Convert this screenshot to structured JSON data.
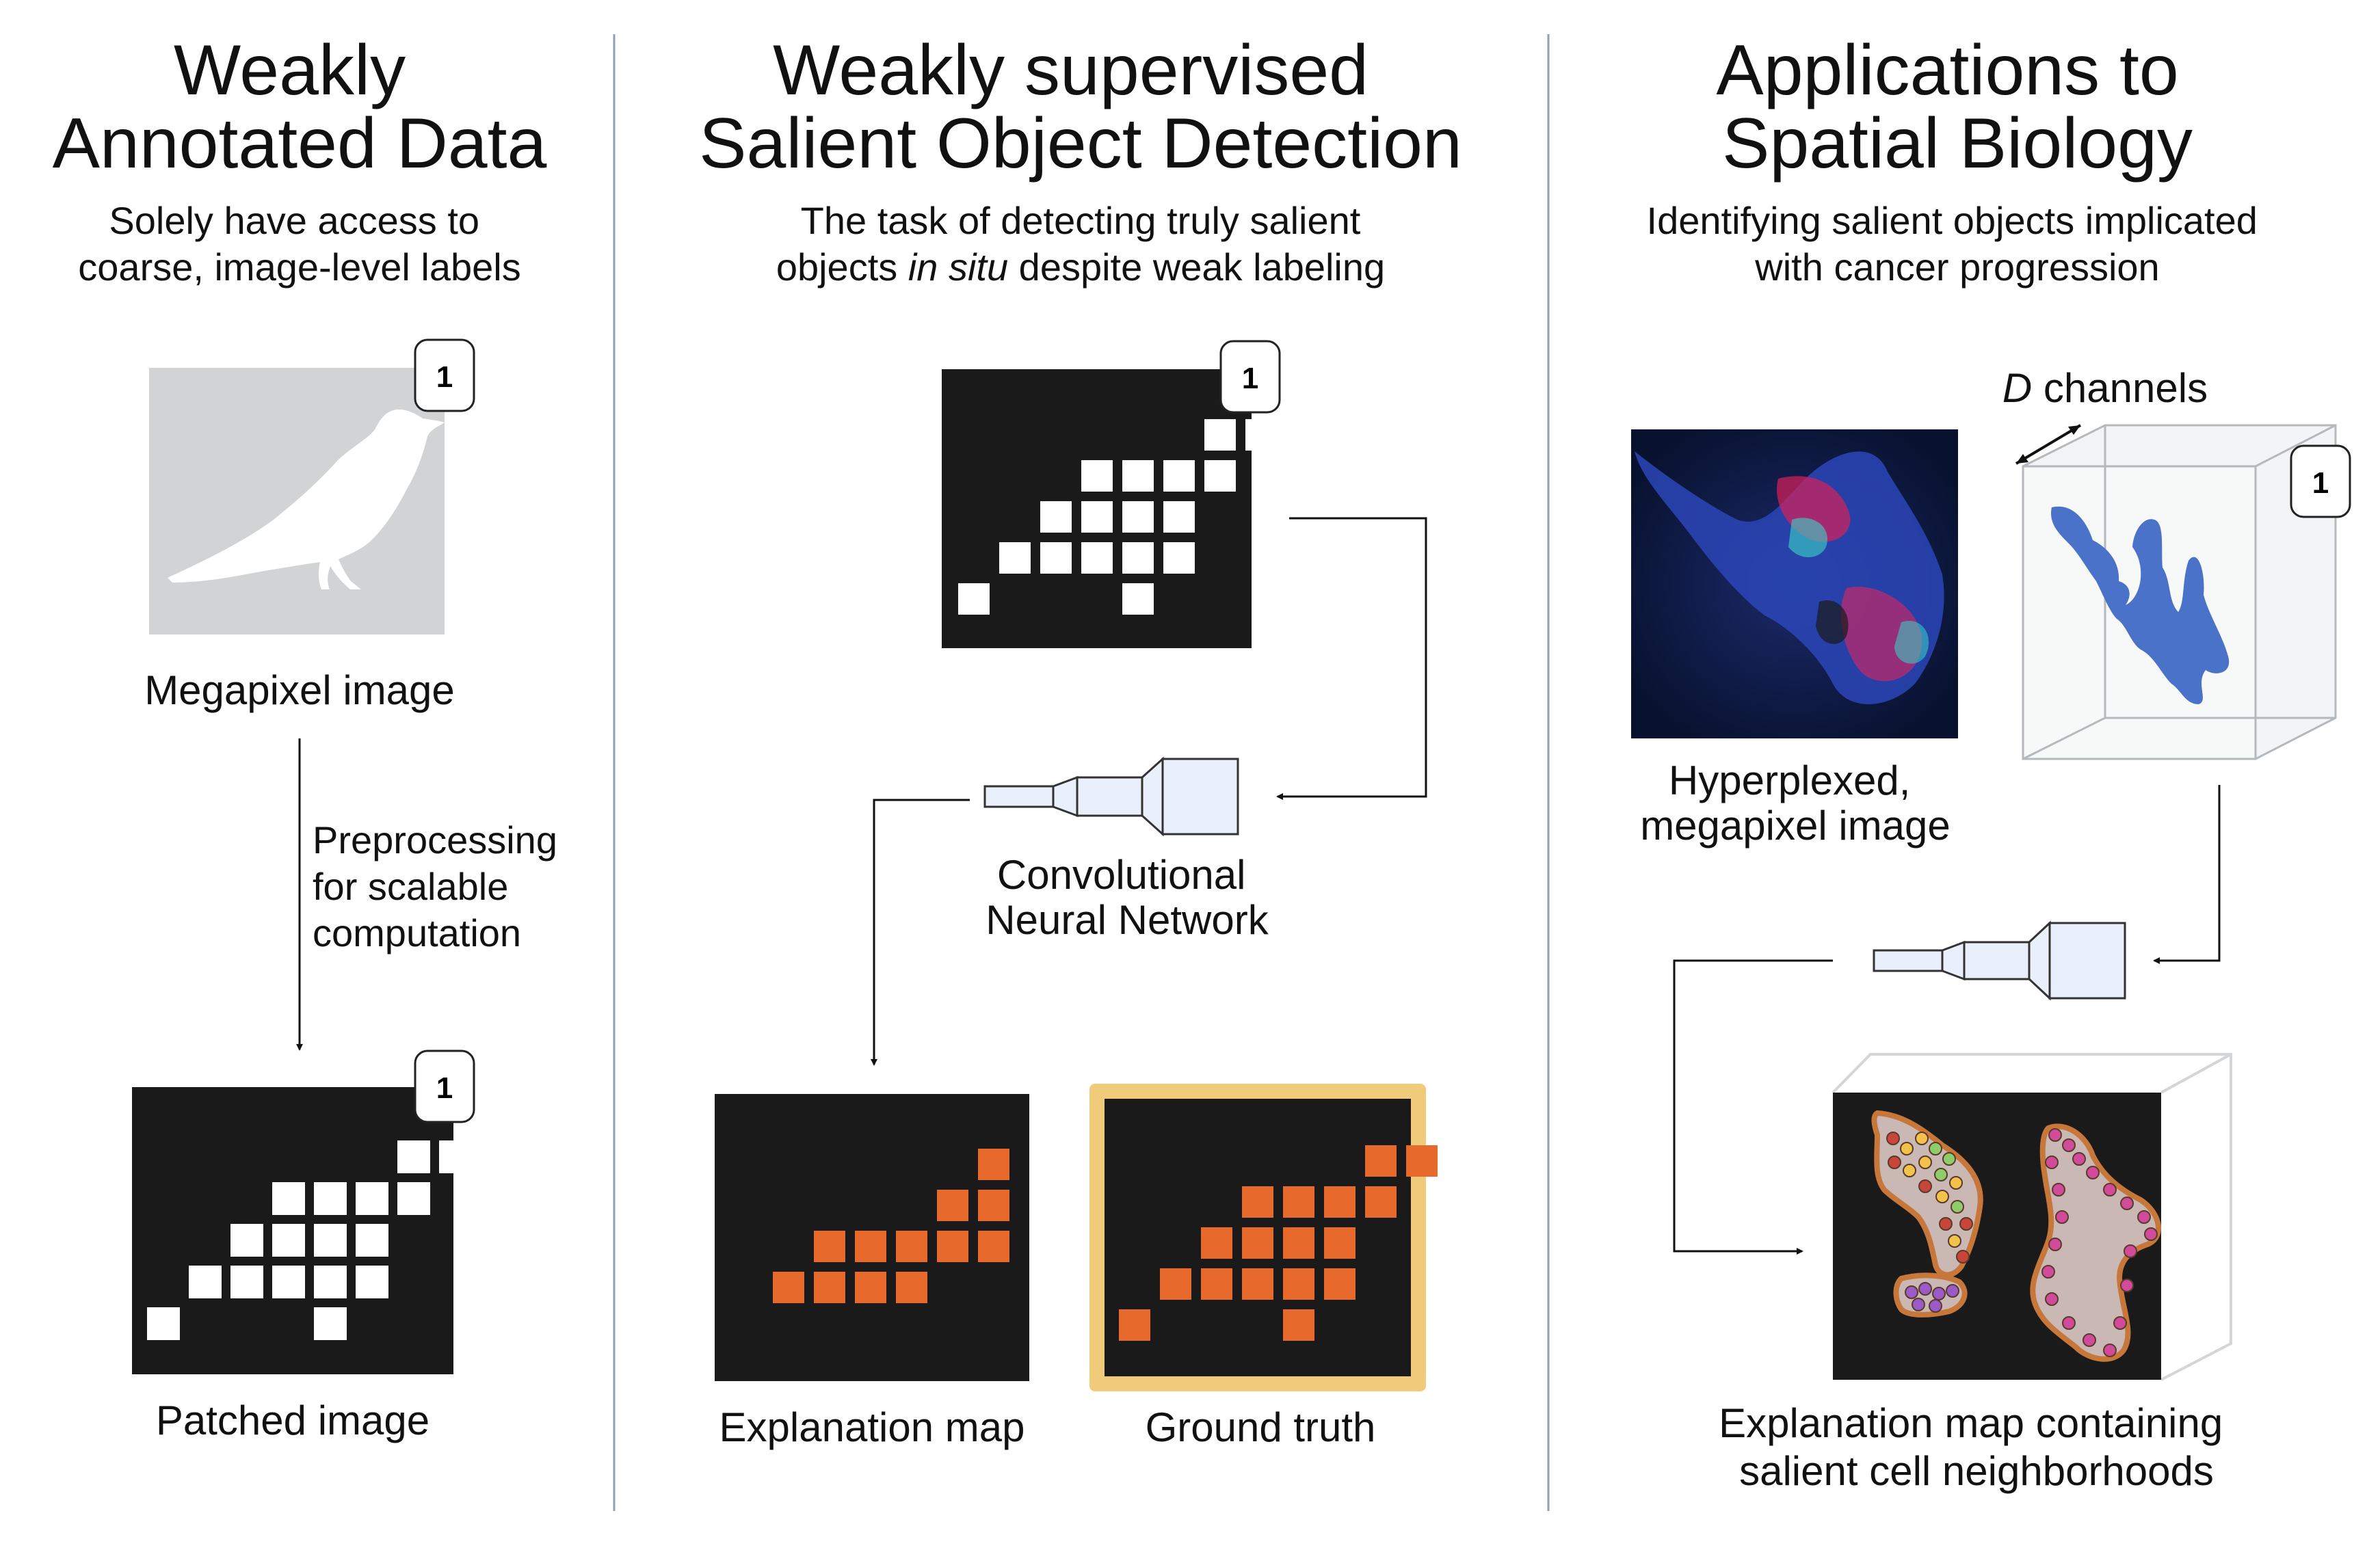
{
  "colors": {
    "background": "#ffffff",
    "divider": "#8fa2b4",
    "tile_dark": "#1a1a1a",
    "patch_white": "#ffffff",
    "patch_orange": "#e8692c",
    "ground_truth_frame": "#f0cc7a",
    "bird_background": "#d1d3d5",
    "cube_blob": "#4a72c8",
    "network_fill": "#eaf0fb",
    "neighborhood_fill": "#c9b8b4",
    "neighborhood_outline": "#c8773a"
  },
  "columns": [
    {
      "title_lines": [
        "Weakly",
        "Annotated Data"
      ],
      "subtitle_lines": [
        "Solely have access to",
        "coarse, image-level labels"
      ]
    },
    {
      "title_lines": [
        "Weakly supervised",
        "Salient Object Detection"
      ],
      "subtitle_line1": "The task of detecting truly salient",
      "subtitle_line2_pre": "objects ",
      "subtitle_line2_italic": "in situ",
      "subtitle_line2_post": " despite weak labeling"
    },
    {
      "title_lines": [
        "Applications to",
        "Spatial Biology"
      ],
      "subtitle_lines": [
        "Identifying salient objects implicated",
        "with cancer progression"
      ]
    }
  ],
  "badge_label": "1",
  "labels": {
    "megapixel_image": "Megapixel image",
    "preprocessing_lines": [
      "Preprocessing",
      "for scalable",
      "computation"
    ],
    "patched_image": "Patched image",
    "cnn_lines": [
      "Convolutional",
      "Neural Network"
    ],
    "explanation_map": "Explanation map",
    "ground_truth": "Ground truth",
    "channels_italic": "D",
    "channels_text": " channels",
    "hyperplexed_lines": [
      "Hyperplexed,",
      "megapixel image"
    ],
    "explanation_map_cells_lines": [
      "Explanation map containing",
      "salient cell neighborhoods"
    ]
  },
  "patch_grid": [
    [
      6,
      0
    ],
    [
      7,
      0
    ],
    [
      3,
      1
    ],
    [
      4,
      1
    ],
    [
      5,
      1
    ],
    [
      6,
      1
    ],
    [
      2,
      2
    ],
    [
      3,
      2
    ],
    [
      4,
      2
    ],
    [
      5,
      2
    ],
    [
      1,
      3
    ],
    [
      2,
      3
    ],
    [
      3,
      3
    ],
    [
      4,
      3
    ],
    [
      5,
      3
    ],
    [
      0,
      4
    ],
    [
      4,
      4
    ]
  ],
  "explanation_grid": [
    [
      5,
      0
    ],
    [
      4,
      1
    ],
    [
      5,
      1
    ],
    [
      1,
      2
    ],
    [
      2,
      2
    ],
    [
      3,
      2
    ],
    [
      4,
      2
    ],
    [
      5,
      2
    ],
    [
      0,
      3
    ],
    [
      1,
      3
    ],
    [
      2,
      3
    ],
    [
      3,
      3
    ]
  ]
}
